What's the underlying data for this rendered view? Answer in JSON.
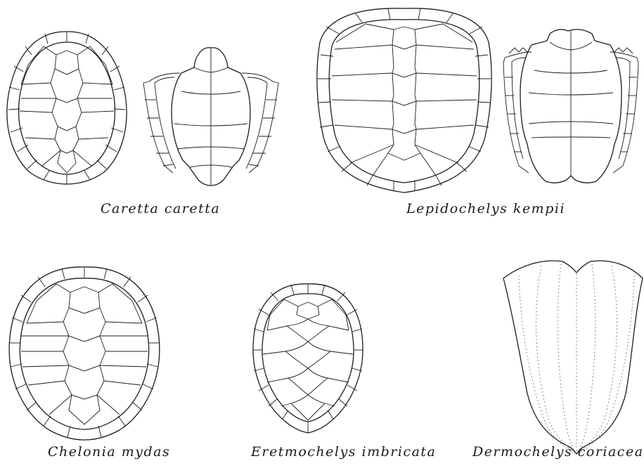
{
  "figures": [
    {
      "id": "caretta",
      "caption": "Caretta caretta"
    },
    {
      "id": "lepidochelys",
      "caption": "Lepidochelys kempii"
    },
    {
      "id": "chelonia",
      "caption": "Chelonia mydas"
    },
    {
      "id": "eretmochelys",
      "caption": "Eretmochelys imbricata"
    },
    {
      "id": "dermochelys",
      "caption": "Dermochelys coriacea"
    }
  ]
}
